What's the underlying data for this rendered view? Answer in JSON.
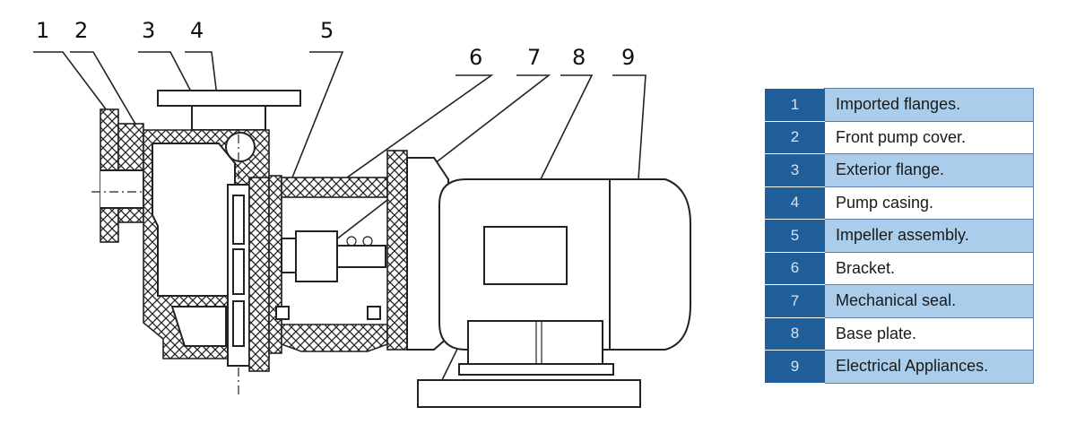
{
  "diagram": {
    "callouts": [
      "1",
      "2",
      "3",
      "4",
      "5",
      "6",
      "7",
      "8",
      "9"
    ]
  },
  "legend": {
    "rows": [
      {
        "num": "1",
        "desc": "Imported flanges."
      },
      {
        "num": "2",
        "desc": "Front pump cover."
      },
      {
        "num": "3",
        "desc": "Exterior flange."
      },
      {
        "num": "4",
        "desc": "Pump casing."
      },
      {
        "num": "5",
        "desc": "Impeller assembly."
      },
      {
        "num": "6",
        "desc": "Bracket."
      },
      {
        "num": "7",
        "desc": "Mechanical seal."
      },
      {
        "num": "8",
        "desc": "Base plate."
      },
      {
        "num": "9",
        "desc": "Electrical Appliances."
      }
    ]
  },
  "colors": {
    "legend_number_bg": "#1f5e99",
    "legend_row_highlight": "#a9cdea",
    "legend_row_plain": "#ffffff",
    "drawing_stroke": "#222222"
  }
}
